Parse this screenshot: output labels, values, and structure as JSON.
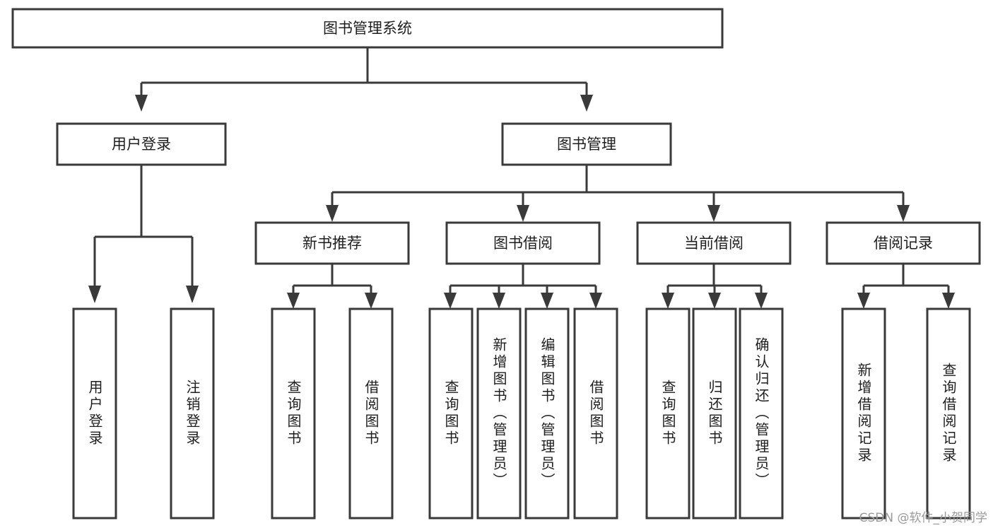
{
  "diagram": {
    "title": "图书管理系统",
    "type": "hierarchy-tree",
    "watermark": "CSDN @软件_小贺同学",
    "colors": {
      "stroke": "#3a3a3a",
      "fill": "#ffffff",
      "text": "#1e1e1e",
      "watermark": "#9a9a9a"
    },
    "root": {
      "label": "图书管理系统"
    },
    "level2": [
      {
        "label": "用户登录"
      },
      {
        "label": "图书管理"
      }
    ],
    "level3": [
      {
        "label": "新书推荐"
      },
      {
        "label": "图书借阅"
      },
      {
        "label": "当前借阅"
      },
      {
        "label": "借阅记录"
      }
    ],
    "leaves": {
      "user_login": [
        {
          "label": "用户登录"
        },
        {
          "label": "注销登录"
        }
      ],
      "new_book_recommend": [
        {
          "label": "查询图书"
        },
        {
          "label": "借阅图书"
        }
      ],
      "book_borrow": [
        {
          "label": "查询图书"
        },
        {
          "label": "新增图书（管理员）"
        },
        {
          "label": "编辑图书（管理员）"
        },
        {
          "label": "借阅图书"
        }
      ],
      "current_borrow": [
        {
          "label": "查询图书"
        },
        {
          "label": "归还图书"
        },
        {
          "label": "确认归还（管理员）"
        }
      ],
      "borrow_record": [
        {
          "label": "新增借阅记录"
        },
        {
          "label": "查询借阅记录"
        }
      ]
    }
  }
}
